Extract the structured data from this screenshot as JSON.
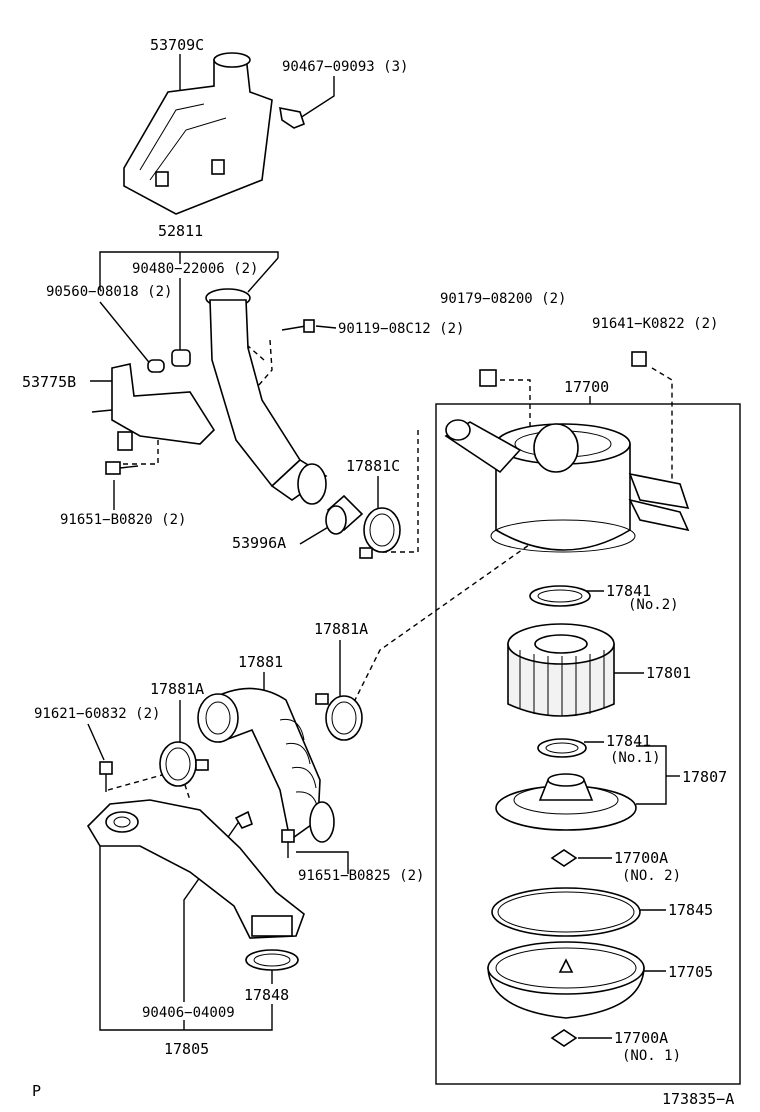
{
  "labels": {
    "l53709c": "53709C",
    "l90467": "90467−09093 (3)",
    "l52811": "52811",
    "l90480": "90480−22006 (2)",
    "l90560": "90560−08018 (2)",
    "l90119": "90119−08C12 (2)",
    "l90179": "90179−08200 (2)",
    "l91641": "91641−K0822 (2)",
    "l53775b": "53775B",
    "l17700": "17700",
    "l17881c": "17881C",
    "l91651b0820": "91651−B0820 (2)",
    "l53996a": "53996A",
    "l17841a": "17841",
    "l17841a_sub": "(No.2)",
    "l17881a_top": "17881A",
    "l17801": "17801",
    "l17881": "17881",
    "l17881a_left": "17881A",
    "l91621": "91621−60832 (2)",
    "l17841b": "17841",
    "l17841b_sub": "(No.1)",
    "l17807": "17807",
    "l17700a_1": "17700A",
    "l17700a_1_sub": "(NO. 2)",
    "l91651b0825": "91651−B0825 (2)",
    "l17845": "17845",
    "l17705": "17705",
    "l17848": "17848",
    "l90406": "90406−04009",
    "l17700a_2": "17700A",
    "l17700a_2_sub": "(NO. 1)",
    "l17805": "17805",
    "corner_p": "P",
    "diagram_id": "173835−A"
  }
}
